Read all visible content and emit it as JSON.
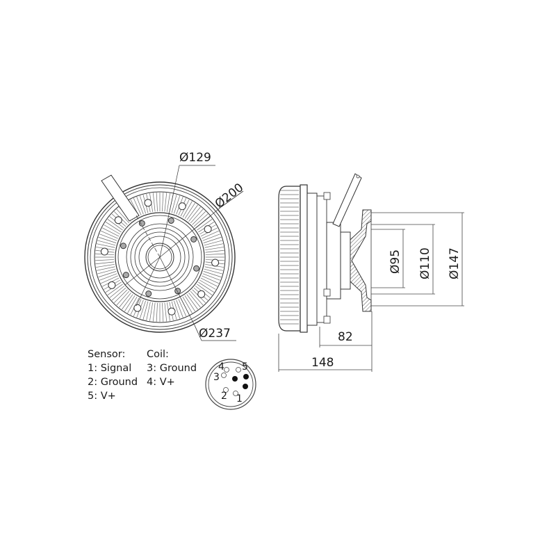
{
  "front_view": {
    "dimensions": {
      "d129": "Ø129",
      "d200": "Ø200",
      "d237": "Ø237"
    }
  },
  "side_view": {
    "dimensions": {
      "d95": "Ø95",
      "d110": "Ø110",
      "d147": "Ø147",
      "len82": "82",
      "len148": "148"
    }
  },
  "pinout": {
    "sensor": {
      "title": "Sensor:",
      "items": [
        "1: Signal",
        "2: Ground",
        "5: V+"
      ]
    },
    "coil": {
      "title": "Coil:",
      "items": [
        "3: Ground",
        "4: V+"
      ]
    },
    "connector_labels": [
      "1",
      "2",
      "3",
      "4",
      "5"
    ]
  }
}
